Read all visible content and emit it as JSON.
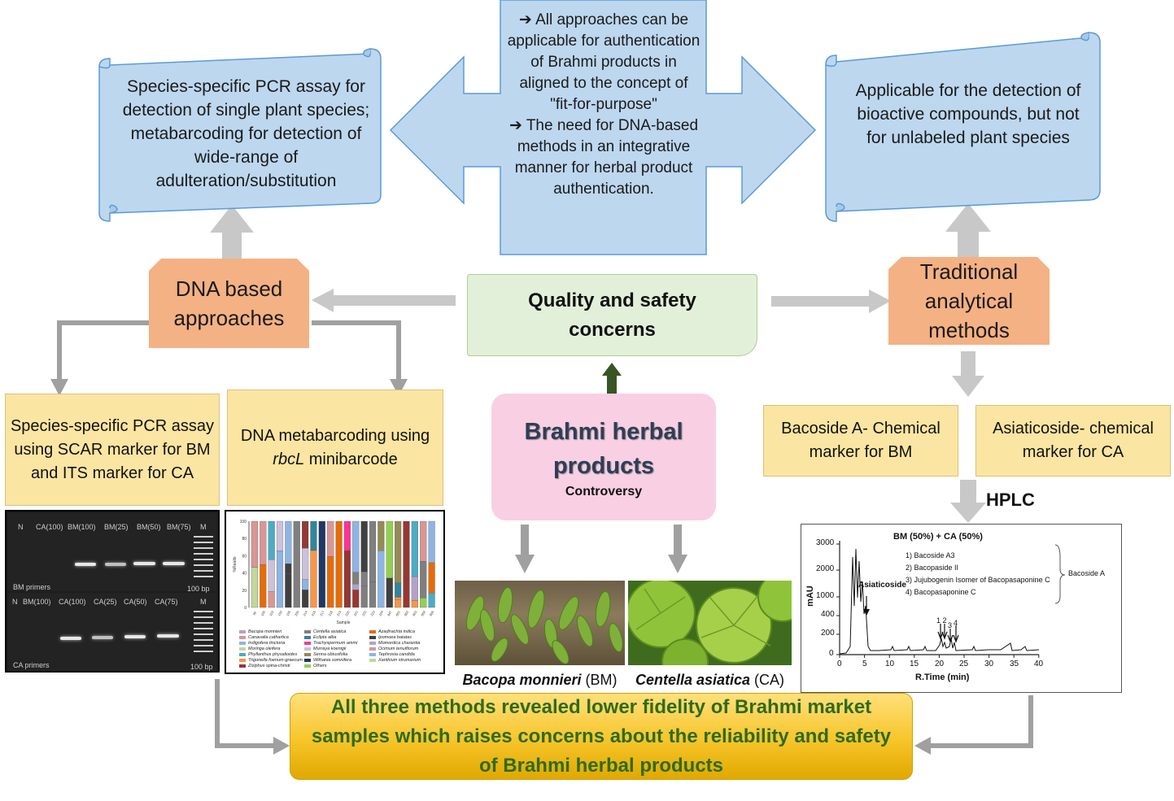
{
  "center_arrow": {
    "bullet1": "All approaches can be applicable for authentication of Brahmi products in aligned to the concept of \"fit-for-purpose\"",
    "bullet2": "The need for DNA-based methods in an integrative manner for herbal product authentication."
  },
  "left_scroll": "Species-specific PCR assay for detection of single plant species;  metabarcoding for detection of wide-range of adulteration/substitution",
  "right_scroll": "Applicable for the detection of bioactive compounds, but not for unlabeled plant species",
  "dna_box": "DNA based approaches",
  "quality_box": "Quality and safety concerns",
  "traditional_box": "Traditional analytical methods",
  "brahmi_box": {
    "title": "Brahmi herbal products",
    "subtitle": "Controversy"
  },
  "pcr_box": "Species-specific PCR assay using SCAR marker for BM and ITS marker for CA",
  "metabarcoding_box": {
    "prefix": "DNA metabarcoding using",
    "italic": "rbcL",
    "suffix": " minibarcode"
  },
  "bacoside_box": "Bacoside A- Chemical marker for BM",
  "asiaticoside_box": "Asiaticoside- chemical marker for CA",
  "hplc_label": "HPLC",
  "plants": {
    "bm_name": "Bacopa monnieri",
    "bm_abbr": " (BM)",
    "ca_name": "Centella asiatica",
    "ca_abbr": " (CA)"
  },
  "conclusion": "All three methods revealed lower fidelity of Brahmi market samples which raises concerns about the reliability and safety of Brahmi herbal products",
  "gel": {
    "top_lanes": [
      "N",
      "CA(100)",
      "BM(100)",
      "BM(25)",
      "BM(50)",
      "BM(75)",
      "M"
    ],
    "top_label": "BM primers",
    "top_size": "100 bp",
    "bottom_lanes": [
      "N",
      "BM(100)",
      "CA(100)",
      "CA(25)",
      "CA(50)",
      "CA(75)",
      "M"
    ],
    "bottom_label": "CA primers",
    "bottom_size": "100 bp"
  },
  "barchart": {
    "ylabel": "%Reads",
    "xlabel": "Sample",
    "yticks": [
      "100",
      "80",
      "60",
      "40",
      "20",
      "0"
    ],
    "samples": [
      "99",
      "100",
      "103",
      "150",
      "195",
      "200",
      "214",
      "215",
      "217",
      "218",
      "219",
      "220",
      "221",
      "222",
      "223",
      "224",
      "647",
      "651",
      "652",
      "653",
      "654",
      "655"
    ],
    "legend": [
      "Bacopa monnieri",
      "Canavalia cathartica",
      "Indigofera tinctoria",
      "Moringa oleifera",
      "Phyllanthus physalioides",
      "Trigonella foenum-graecum",
      "Ziziphus spina-christi",
      "Centella asiatica",
      "Eclipta alba",
      "Trachyspermum ammi",
      "Murraya koenigii",
      "Senna obtusifolia",
      "Withania somnifera",
      "Others",
      "Azadirachta indica",
      "Ipomoea batatas",
      "Momordica charantia",
      "Ocimum tenuiflorum",
      "Tephrosia candida",
      "Xanthium strumarium"
    ]
  },
  "chromatogram": {
    "title": "BM (50%) + CA (50%)",
    "ylabel": "mAU",
    "xlabel": "R.Time (min)",
    "yticks": [
      "3000",
      "2000",
      "1000",
      "400",
      "200",
      "0"
    ],
    "xticks": [
      "0",
      "5",
      "10",
      "15",
      "20",
      "25",
      "30",
      "35",
      "40"
    ],
    "peak_label": "Asiaticoside",
    "peaks": [
      "1) Bacoside A3",
      "2) Bacopaside II",
      "3) Jujubogenin Isomer of Bacopasaponine C",
      "4) Bacopasaponine C"
    ],
    "group_label": "Bacoside A",
    "peak_numbers": [
      "1 2",
      "3",
      "4"
    ]
  },
  "colors": {
    "scroll_fill": "#bdd7ee",
    "arrow_fill": "#bdd7ee",
    "orange": "#f4b183",
    "green_box": "#e2f0d9",
    "pink_box": "#f8cfe3",
    "yellow": "#fbe5a2",
    "conclusion_text": "#2e6b1f"
  }
}
